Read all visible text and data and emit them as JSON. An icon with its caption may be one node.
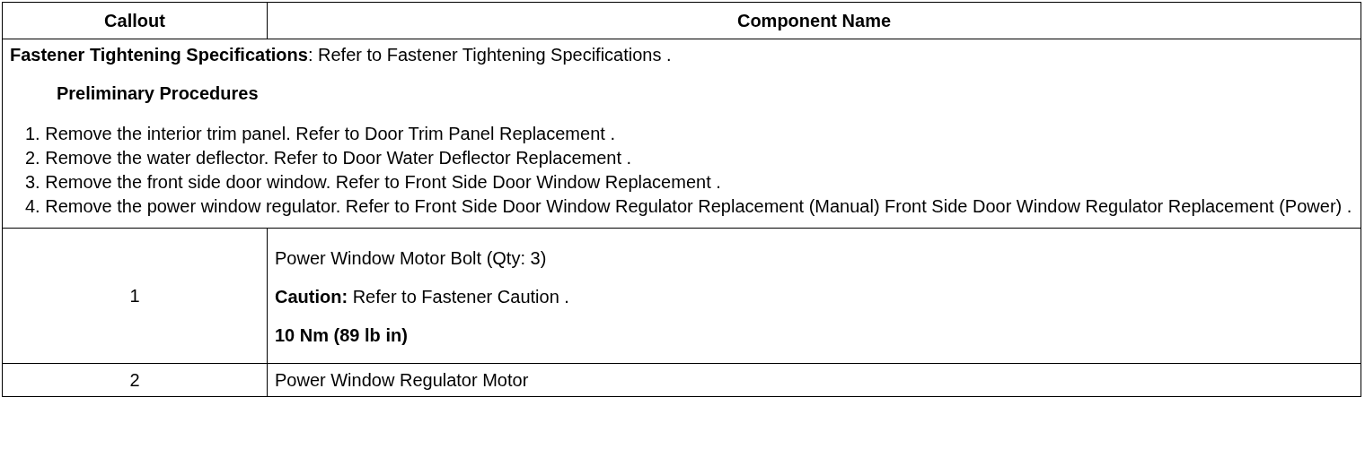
{
  "diagram": {
    "labels": [
      "Callout",
      "Component Name",
      "**Fastener Tightening Specifications**: Refer to Fastener Tightening Specifications .",
      "Preliminary Procedures",
      "1. Remove the interior trim panel. Refer to Door Trim Panel Replacement .",
      "2. Remove the water deflector. Refer to Door Water Deflector Replacement .",
      "3. Remove the front side door window. Refer to Front Side Door Window Replacement .",
      "4. Remove the power window regulator. Refer to Front Side Door Window Regulator Replacement (Manual) Front Side Door Window Regulator Replacement (Power) .",
      "1",
      "Power Window Motor Bolt (Qty: 3)",
      "**Caution:** Refer to Fastener Caution .",
      "10 Nm (89 lb in)",
      "2",
      "Power Window Regulator Motor"
    ]
  }
}
